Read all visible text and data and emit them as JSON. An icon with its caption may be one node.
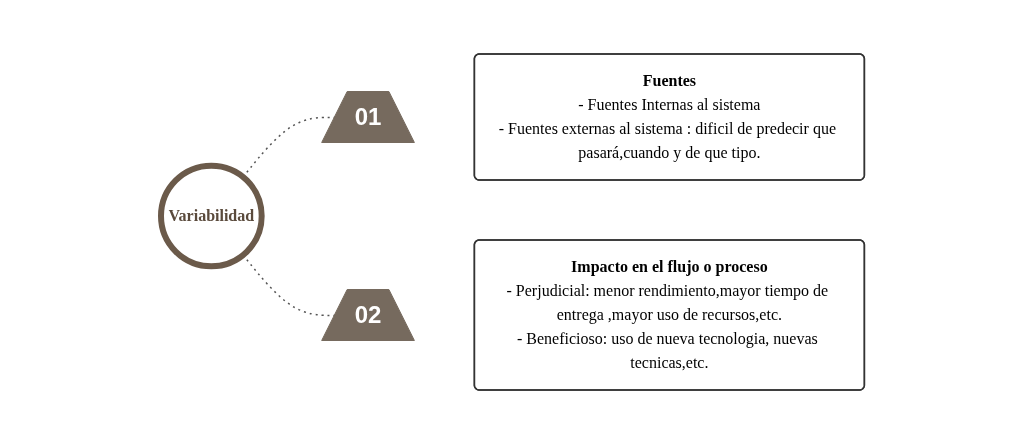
{
  "diagram": {
    "nodes": [
      {
        "text": [
          "Variabilidad"
        ]
      },
      {
        "text": [
          "01"
        ]
      },
      {
        "text": [
          "Fuentes",
          "- Fuentes Internas al sistema",
          "- Fuentes externas al sistema : dificil de predecir que pasará,cuando y de que tipo."
        ]
      },
      {
        "text": [
          "02"
        ]
      },
      {
        "text": [
          "Impacto en el flujo o proceso",
          "- Perjudicial: menor rendimiento,mayor tiempo de entrega ,mayor uso de recursos,etc.",
          "- Beneficioso: uso de nueva tecnologia, nuevas tecnicas,etc."
        ]
      }
    ],
    "edges": [
      {
        "from": 0,
        "to": 1,
        "arrow": "none",
        "style": "dashed"
      },
      {
        "from": 0,
        "to": 3,
        "arrow": "none",
        "style": "dashed"
      }
    ]
  }
}
